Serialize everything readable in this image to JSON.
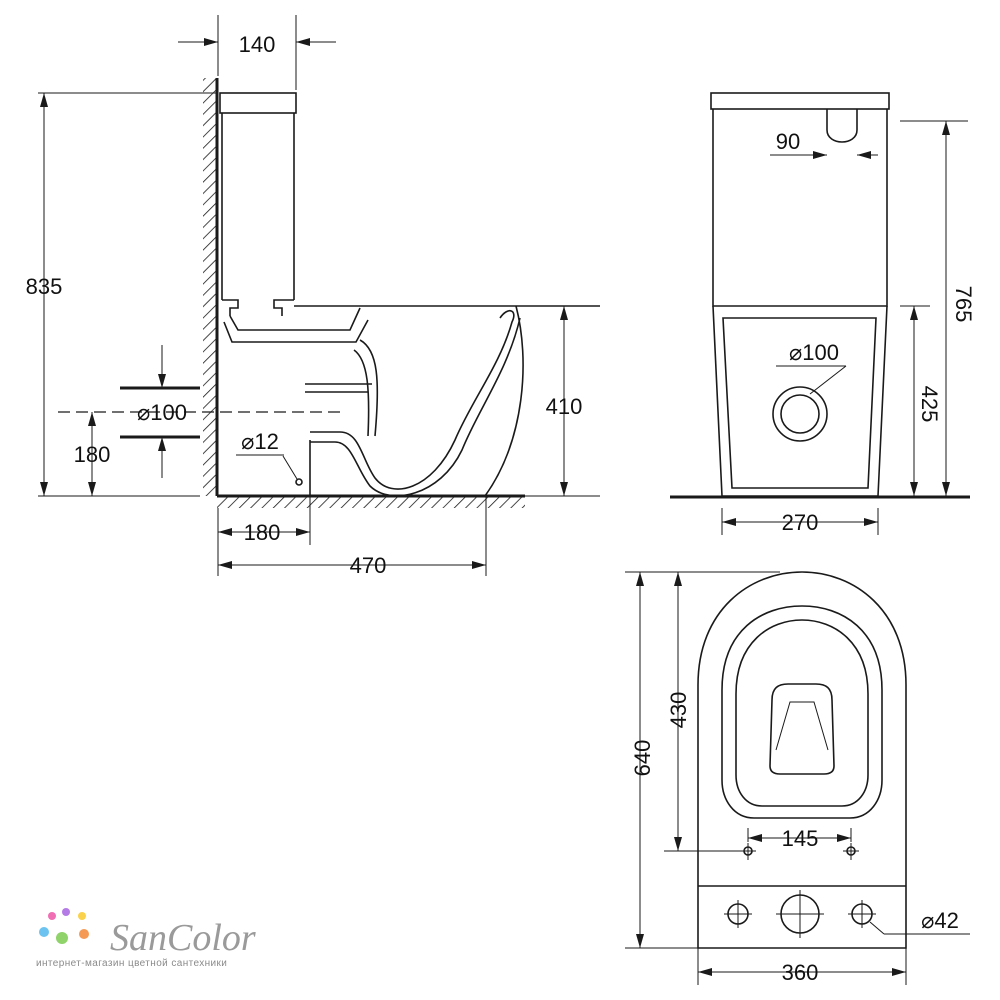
{
  "side_view": {
    "tank_depth": "140",
    "total_height": "835",
    "drain_diameter": "⌀100",
    "drain_height": "180",
    "water_inlet": "⌀12",
    "seat_height": "410",
    "drain_offset": "180",
    "total_depth": "470"
  },
  "front_view": {
    "button_width": "90",
    "height": "765",
    "drain_diameter": "⌀100",
    "drain_height": "425",
    "width": "270"
  },
  "top_view": {
    "length": "640",
    "bowl_length": "430",
    "bolt_spacing": "145",
    "hole_diameter": "⌀42",
    "width": "360"
  },
  "logo": {
    "brand": "SanColor",
    "tagline": "интернет-магазин цветной сантехники",
    "dot_colors": [
      "#f06eb4",
      "#b47be6",
      "#fbd24b",
      "#6cc3f0",
      "#8fd36a",
      "#f59a55"
    ]
  }
}
